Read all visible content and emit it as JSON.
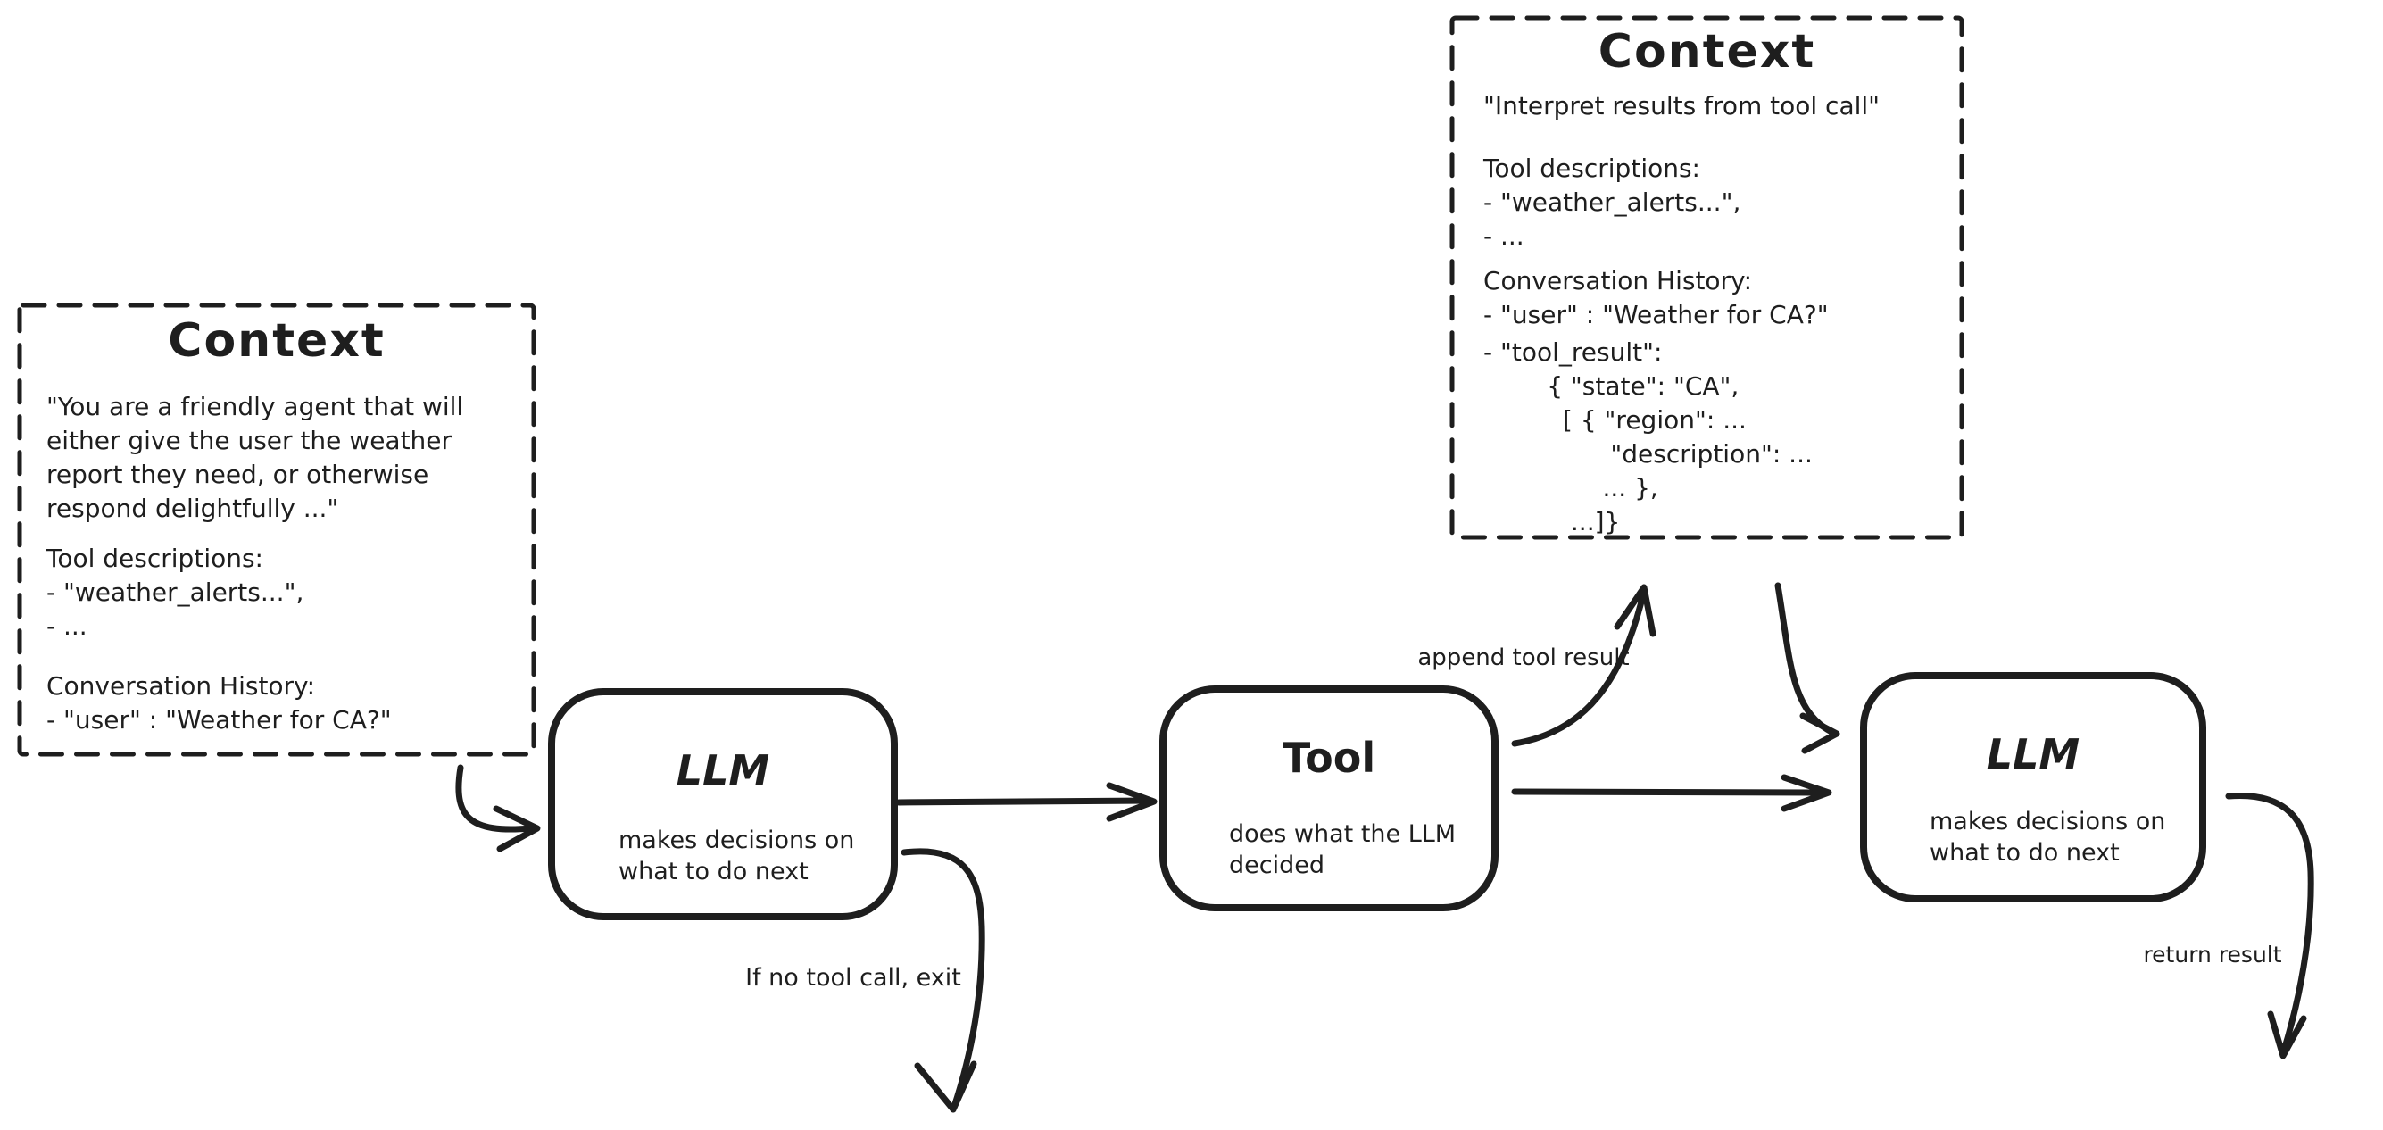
{
  "colors": {
    "ink": "#1e1e1e",
    "background": "#ffffff"
  },
  "context_left": {
    "title": "Context",
    "system_prompt": "\"You are a friendly agent that will\neither give the user the weather\nreport they need, or otherwise\nrespond delightfully ...\"",
    "tool_descriptions": {
      "heading": "Tool descriptions:",
      "items": "- \"weather_alerts...\",\n- ..."
    },
    "conversation_history": {
      "heading": "Conversation History:",
      "items": "- \"user\" : \"Weather for CA?\""
    }
  },
  "context_top_right": {
    "title": "Context",
    "system_prompt": "\"Interpret results from tool call\"",
    "tool_descriptions": {
      "heading": "Tool descriptions:",
      "items": "- \"weather_alerts...\",\n- ..."
    },
    "conversation_history": {
      "heading": "Conversation History:",
      "user_item": "- \"user\" : \"Weather for CA?\"",
      "tool_result_item": "- \"tool_result\":\n        { \"state\": \"CA\",\n          [ { \"region\": ...\n                \"description\": ...\n               ... },\n           ...]}"
    }
  },
  "nodes": {
    "llm_1": {
      "title": "LLM",
      "subtitle": "makes decisions on\nwhat to do next"
    },
    "tool": {
      "title": "Tool",
      "subtitle": "does what the LLM\ndecided"
    },
    "llm_2": {
      "title": "LLM",
      "subtitle": "makes decisions on\nwhat to do next"
    }
  },
  "edges": {
    "append_tool_result_label": "append tool result",
    "no_tool_call_exit_label": "If no tool call, exit",
    "return_result_label": "return result"
  }
}
